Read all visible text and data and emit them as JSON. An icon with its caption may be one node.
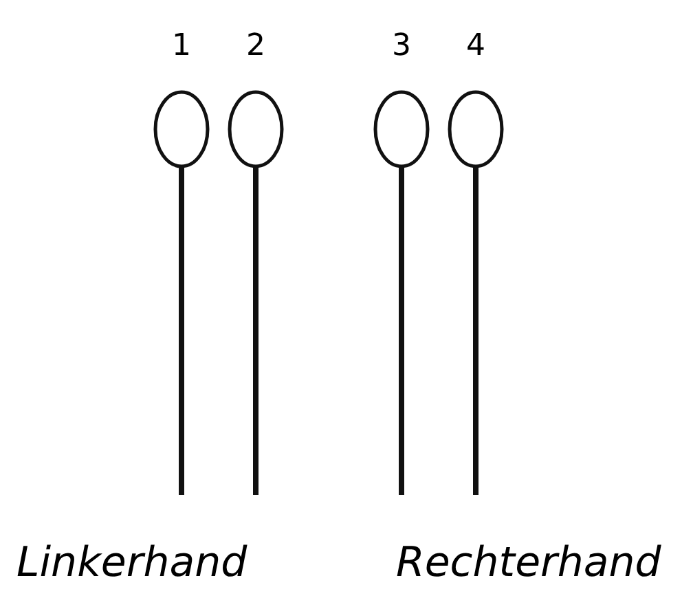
{
  "diagram": {
    "nodes": [
      {
        "text": [
          "1"
        ]
      },
      {
        "text": [
          "2"
        ]
      },
      {
        "text": [
          "3"
        ]
      },
      {
        "text": [
          "4"
        ]
      }
    ],
    "labels": [
      "Linkerhand",
      "Rechterhand"
    ]
  }
}
